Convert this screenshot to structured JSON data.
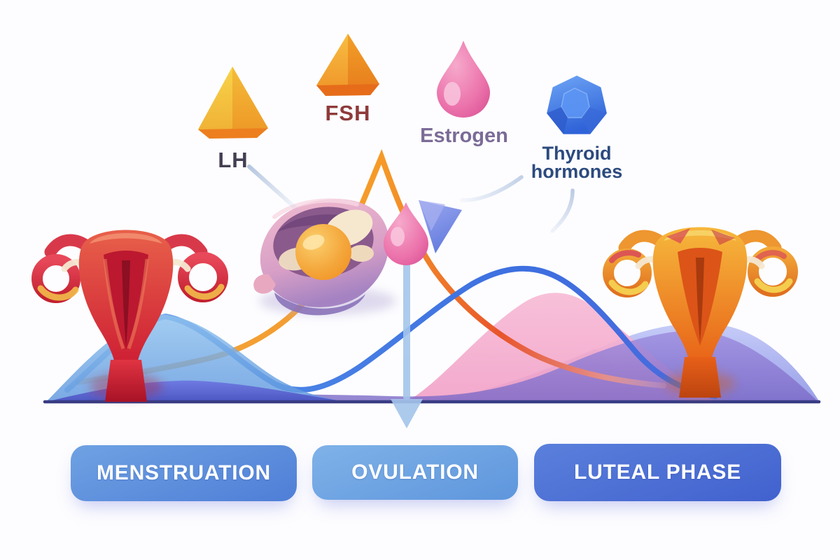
{
  "legend": {
    "items": [
      {
        "id": "lh",
        "label": "LH",
        "icon": "gold-pyramid-icon",
        "color": "#F2B22E",
        "label_color": "#433E52"
      },
      {
        "id": "fsh",
        "label": "FSH",
        "icon": "orange-pyramid-icon",
        "color": "#EE9226",
        "label_color": "#8F3A3A"
      },
      {
        "id": "estrogen",
        "label": "Estrogen",
        "icon": "pink-droplet-icon",
        "color": "#E9619F",
        "label_color": "#7B6B97"
      },
      {
        "id": "thyroid",
        "label": "Thyroid hormones",
        "label_line1": "Thyroid",
        "label_line2": "hormones",
        "icon": "blue-polyhedron-icon",
        "color": "#4A86EC",
        "label_color": "#2C4A7E"
      }
    ]
  },
  "phases": [
    {
      "id": "menstruation",
      "label": "MENSTRUATION",
      "gradient": [
        "#6FA2E3",
        "#4E7ED7"
      ]
    },
    {
      "id": "ovulation",
      "label": "OVULATION",
      "gradient": [
        "#7FB2E8",
        "#5E96DD"
      ]
    },
    {
      "id": "luteal",
      "label": "LUTEAL PHASE",
      "gradient": [
        "#5A80DC",
        "#4161CE"
      ]
    }
  ],
  "scene": {
    "baseline_color": "#383C84",
    "curves": [
      {
        "name": "orange-hormone-curve",
        "color": "#F2912A",
        "fade_color": "#E89A9C",
        "peak_at": "ovulation-center"
      },
      {
        "name": "blue-hormone-curve",
        "color": "#4679E2",
        "peak_at": "luteal-start"
      }
    ],
    "areas": [
      {
        "name": "blue-wave-left",
        "color": "#6FA8E6"
      },
      {
        "name": "indigo-band-left",
        "color": "#5560CC"
      },
      {
        "name": "pink-wave-luteal",
        "color": "#F5AFCF"
      },
      {
        "name": "purple-bottom-wave",
        "color": "#8B79D2"
      },
      {
        "name": "periwinkle-wave-right",
        "color": "#AEB5EF"
      }
    ],
    "markers": [
      {
        "name": "ovulation-down-arrow",
        "color": "#A4C5EB"
      },
      {
        "name": "estrogen-drop-marker",
        "color": "#E9619F"
      },
      {
        "name": "blue-pointer-marker",
        "color": "#5A74DE"
      }
    ],
    "illustrations": [
      {
        "name": "uterus-left",
        "palette": [
          "#D8283A",
          "#F08050",
          "#F2BC4A"
        ]
      },
      {
        "name": "ovary-follicle",
        "palette": [
          "#F0B8CC",
          "#8A5A8C",
          "#EE8A1C"
        ]
      },
      {
        "name": "uterus-right",
        "palette": [
          "#F6B83C",
          "#E86418",
          "#F4CC4E"
        ]
      }
    ]
  }
}
